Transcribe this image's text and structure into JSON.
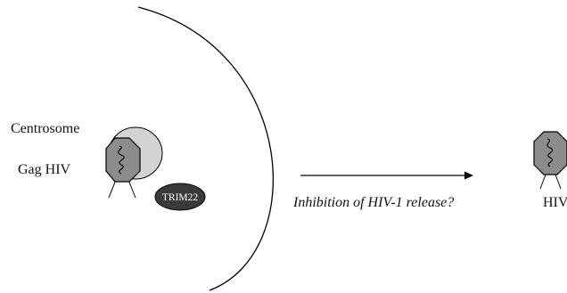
{
  "labels": {
    "centrosome": "Centrosome",
    "gag_hiv": "Gag HIV",
    "trim22": "TRIM22",
    "arrow_caption": "Inhibition of HIV-1 release?",
    "hiv": "HIV"
  },
  "colors": {
    "line": "#000000",
    "centrosome_fill": "#d3d3d3",
    "virion_fill": "#8c8c8c",
    "trim22_fill": "#3a3a3a",
    "trim22_text": "#ffffff",
    "text": "#111111"
  },
  "icons": {
    "virion": "hiv-virion-icon",
    "genome": "rna-genome-squiggle-icon"
  }
}
